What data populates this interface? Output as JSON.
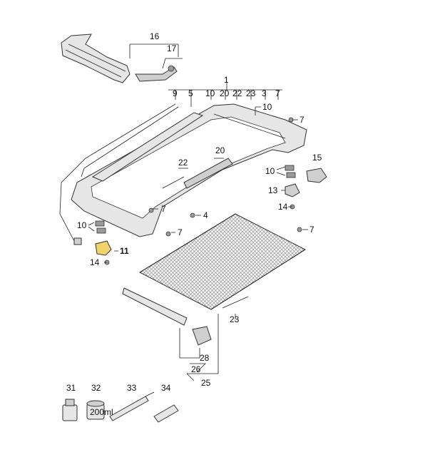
{
  "highlight_color": "#f2d36b",
  "part_labels": {
    "p1": "1",
    "p3": "3",
    "p4": "4",
    "p5": "5",
    "p7a": "7",
    "p7b": "7",
    "p7c": "7",
    "p7d": "7",
    "p7e": "7",
    "p9": "9",
    "p10a": "10",
    "p10b": "10",
    "p10c": "10",
    "p10d": "10",
    "p11": "11",
    "p13": "13",
    "p14a": "14",
    "p14b": "14",
    "p15": "15",
    "p16": "16",
    "p17": "17",
    "p20a": "20",
    "p20b": "20",
    "p22a": "22",
    "p22b": "22",
    "p23a": "23",
    "p23b": "23",
    "p25": "25",
    "p26": "26",
    "p28": "28",
    "p31": "31",
    "p32": "32",
    "p33": "33",
    "p34": "34"
  },
  "can_text": "200ml"
}
